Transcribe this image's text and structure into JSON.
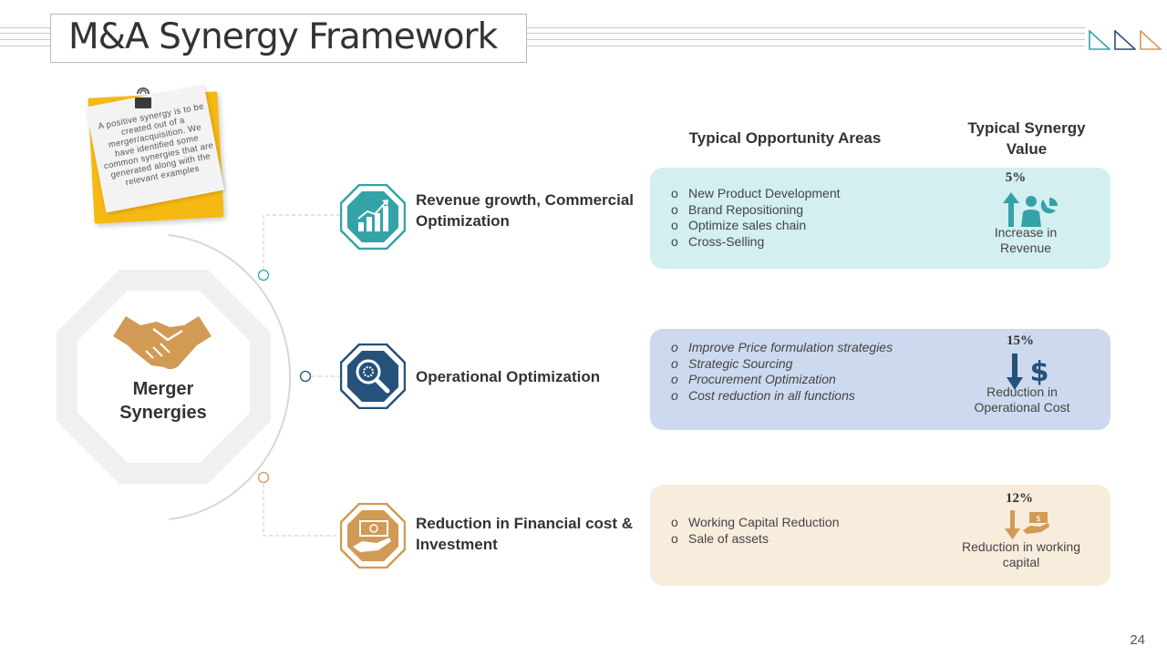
{
  "slide": {
    "title": "M&A Synergy Framework",
    "page_number": "24"
  },
  "note": {
    "text": "A positive synergy is to be created out of a merger/acquisition. We have identified some common synergies that are generated along with the relevant examples"
  },
  "hub": {
    "label_line1": "Merger",
    "label_line2": "Synergies"
  },
  "headers": {
    "opportunity": "Typical Opportunity Areas",
    "value_line1": "Typical Synergy",
    "value_line2": "Value"
  },
  "colors": {
    "teal": "#33a3a8",
    "navy": "#26517b",
    "tan": "#d19a55",
    "teal_panel": "#d3efef",
    "blue_panel": "#cdd9ee",
    "tan_panel": "#f8ecdd",
    "hub_gray": "#f0f0f0"
  },
  "categories": [
    {
      "label_line1": "Revenue growth, Commercial",
      "label_line2": "Optimization",
      "icon": "bar-chart-growth-icon",
      "items": [
        "New Product Development",
        "Brand Repositioning",
        "Optimize sales chain",
        "Cross-Selling"
      ],
      "value_percent": "5%",
      "value_icon": "revenue-increase-icon",
      "value_label_line1": "Increase in",
      "value_label_line2": "Revenue"
    },
    {
      "label_line1": "Operational Optimization",
      "label_line2": "",
      "icon": "magnifier-gear-icon",
      "items": [
        "Improve Price formulation strategies",
        "Strategic Sourcing",
        "Procurement Optimization",
        "Cost reduction in all functions"
      ],
      "value_percent": "15%",
      "value_icon": "cost-reduction-icon",
      "value_label_line1": "Reduction in",
      "value_label_line2": "Operational Cost"
    },
    {
      "label_line1": "Reduction in Financial cost &",
      "label_line2": "Investment",
      "icon": "hand-money-icon",
      "items": [
        "Working Capital Reduction",
        "Sale of assets"
      ],
      "value_percent": "12%",
      "value_icon": "working-capital-icon",
      "value_label_line1": "Reduction in working",
      "value_label_line2": "capital"
    }
  ]
}
